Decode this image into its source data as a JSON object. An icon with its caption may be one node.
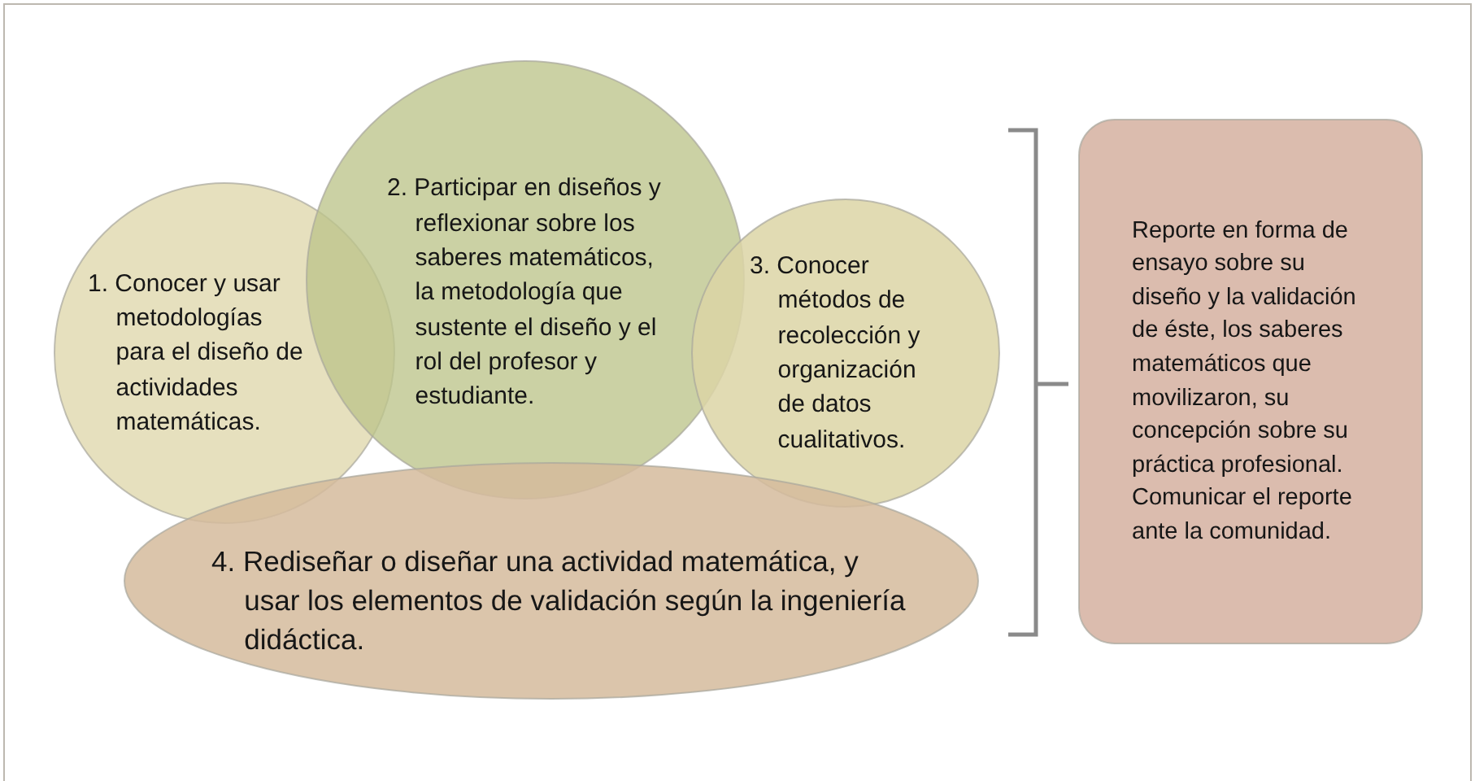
{
  "diagram": {
    "nodes": [
      {
        "text": [
          "1. Conocer y usar metodologías para el diseño de actividades matemáticas."
        ]
      },
      {
        "text": [
          "2. Participar en diseños y reflexionar sobre los saberes matemáticos, la metodología que sustente el diseño y el rol del profesor y estudiante."
        ]
      },
      {
        "text": [
          "3. Conocer métodos de recolección y organización de datos cualitativos."
        ]
      },
      {
        "text": [
          "4. Rediseñar o diseñar una actividad matemática, y usar los elementos de validación según la ingeniería didáctica."
        ]
      },
      {
        "text": [
          "Reporte en forma de ensayo sobre su diseño y la validación de éste, los saberes matemáticos que movilizaron, su concepción sobre su práctica profesional. Comunicar el reporte ante la comunidad."
        ]
      }
    ]
  }
}
